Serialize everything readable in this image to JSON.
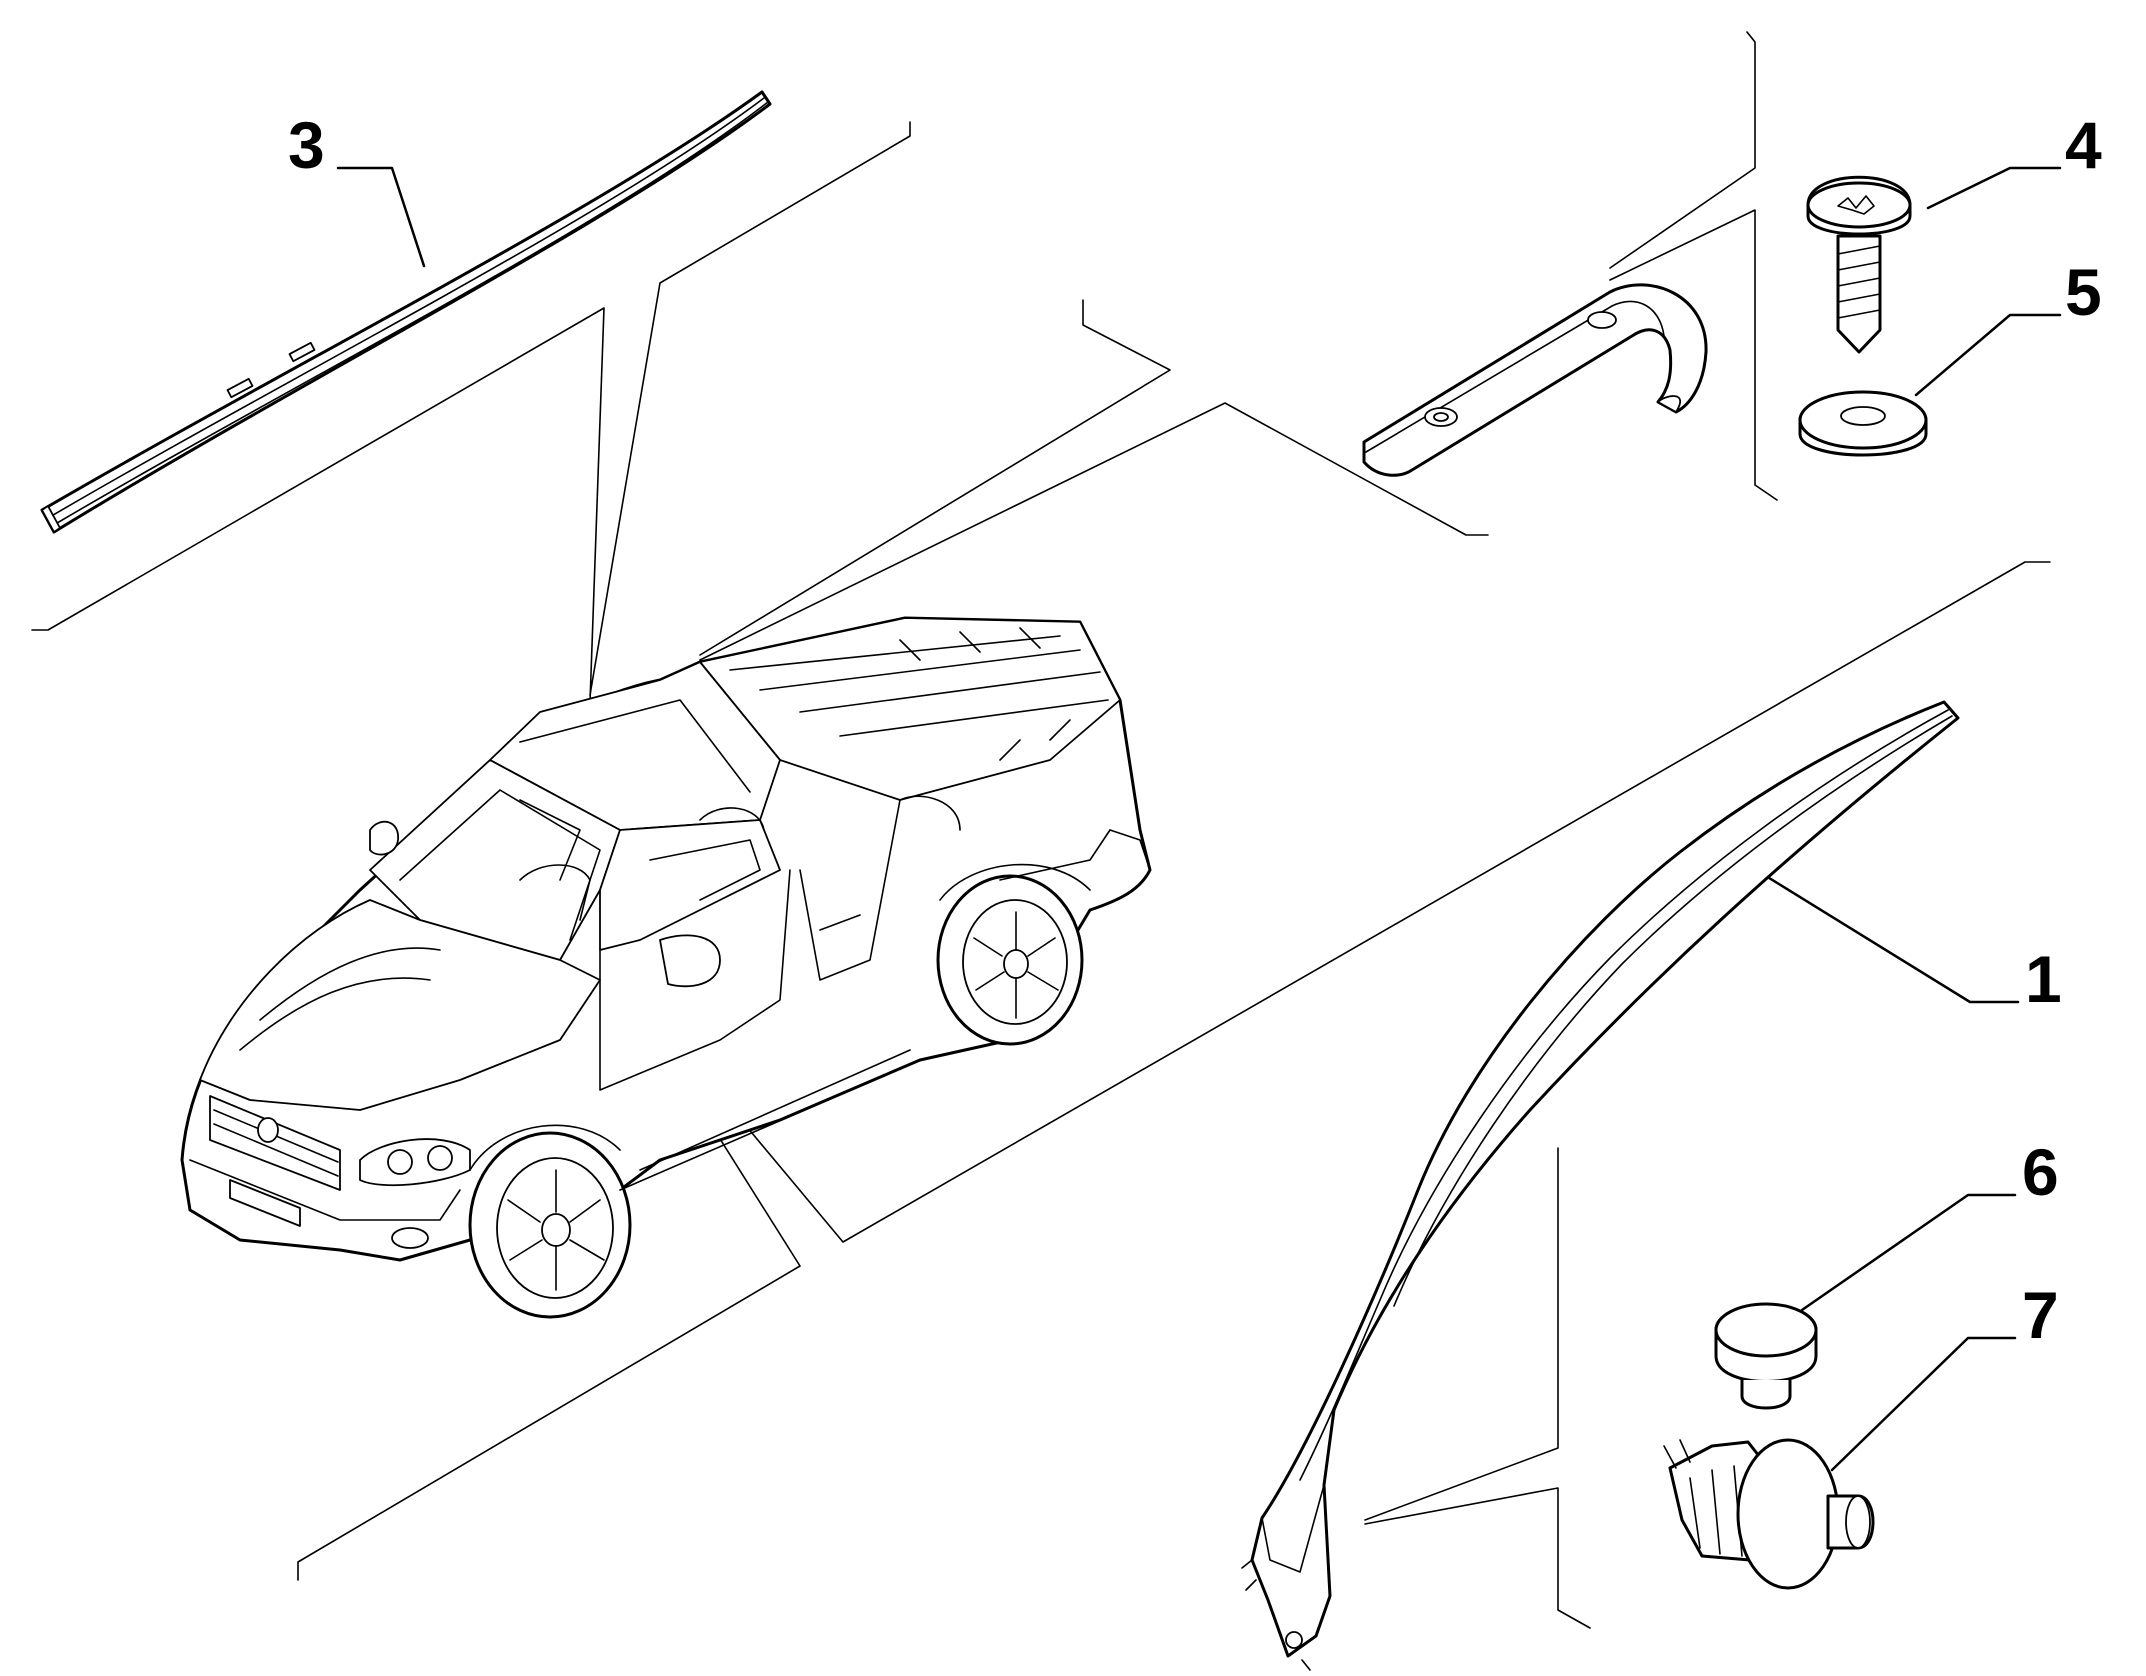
{
  "callouts": {
    "c1": "1",
    "c3": "3",
    "c4": "4",
    "c5": "5",
    "c6": "6",
    "c7": "7"
  }
}
